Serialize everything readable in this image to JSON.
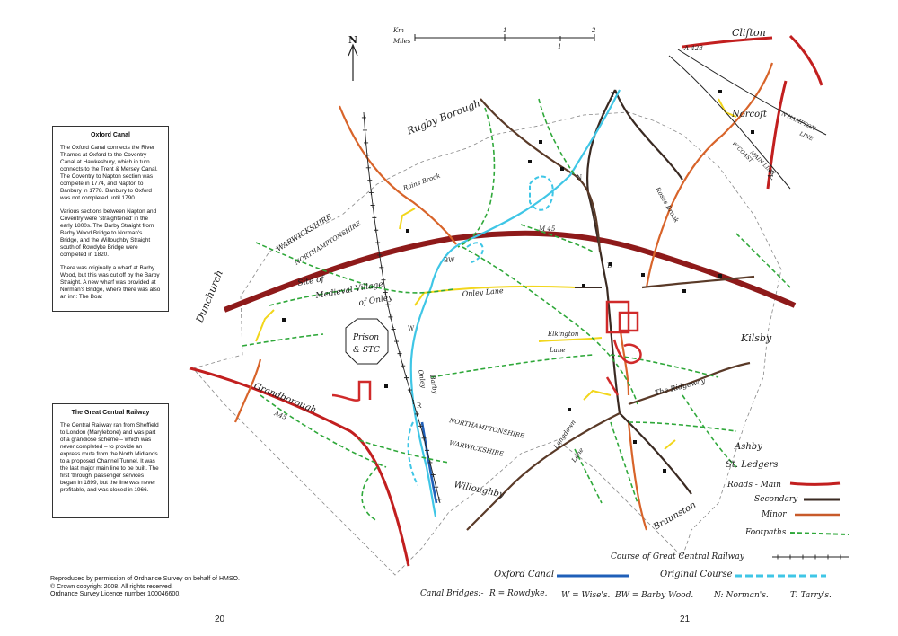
{
  "panels": {
    "oxford": {
      "title": "Oxford Canal",
      "paragraphs": [
        "The Oxford Canal connects the River Thames at Oxford to the Coventry Canal at Hawkesbury, which in turn connects to the Trent & Mersey Canal. The Coventry to Napton section was complete in 1774, and Napton to Banbury in 1778. Banbury to Oxford was not completed until 1790.",
        "Various sections between Napton and Coventry were 'straightened' in the early 1800s. The Barby Straight from Barby Wood Bridge to Norman's Bridge, and the Willoughby Straight south of Rowdyke Bridge were completed in 1820.",
        "There was originally a wharf at Barby Wood, but this was cut off by the Barby Straight. A new wharf was provided at Norman's Bridge, where there was also an inn: The Boat"
      ]
    },
    "railway": {
      "title": "The Great Central Railway",
      "paragraphs": [
        "The Central Railway ran from Sheffield to London (Marylebone) and was part of a grandiose scheme – which was never completed – to provide an express route from the North Midlands to a proposed Channel Tunnel. It was the last major main line to be built. The first 'through' passenger services began in 1899, but the line was never profitable, and was closed in 1966."
      ]
    }
  },
  "credit_lines": [
    "Reproduced by permission of Ordnance Survey on behalf of HMSO.",
    "© Crown copyright 2008. All rights reserved.",
    "Ordnance Survey Licence number 100046600."
  ],
  "page_numbers": {
    "left": "20",
    "right": "21"
  },
  "scale_bar": {
    "km_label": "Km",
    "miles_label": "Miles",
    "km_ticks": [
      "1",
      "2"
    ],
    "mile_ticks": [
      "1"
    ]
  },
  "north_label": "N",
  "place_labels": {
    "clifton": "Clifton",
    "norcoft": "Norcoft",
    "rugby_borough": "Rugby Borough",
    "rains_brook": "Rains Brook",
    "warwickshire_n": "WARWICKSHIRE",
    "northamptonshire_n": "NORTHAMPTONSHIRE",
    "dunchurch": "Dunchurch",
    "medieval_1": "Site of",
    "medieval_2": "Medieval Village",
    "medieval_3": "of Onley",
    "onley_lane": "Onley Lane",
    "m45": "M 45",
    "barby": "B",
    "kilsby": "Kilsby",
    "elkington_1": "Elkington",
    "elkington_2": "Lane",
    "prison_1": "Prison",
    "prison_2": "& STC",
    "grandborough": "Grandborough",
    "a45": "A45",
    "onley_barby_1": "Onley",
    "onley_barby_2": "Barby",
    "ridgeway": "The Ridgeway",
    "northamptonshire_s": "NORTHAMPTONSHIRE",
    "warwickshire_s": "WARWICKSHIRE",
    "longdown_1": "Longdown",
    "longdown_2": "Lane",
    "willoughby": "Willoughby",
    "braunston": "Braunston",
    "ashby_1": "Ashby",
    "ashby_2": "St. Ledgers",
    "a428": "A 428",
    "a5": "A5",
    "wcoast_1": "W'COAST",
    "wcoast_2": "MAIN LINE",
    "nhampton_1": "N'HAMPTON",
    "nhampton_2": "LINE",
    "roses_brook": "Roses Brook"
  },
  "bridge_letters": {
    "t": "T",
    "n": "N",
    "bw": "BW",
    "w": "W",
    "r": "R"
  },
  "legend": {
    "roads_main": "Roads - Main",
    "secondary": "Secondary",
    "minor": "Minor",
    "footpaths": "Footpaths",
    "gcr": "Course of Great Central Railway",
    "oxford_canal": "Oxford Canal",
    "original_course": "Original Course",
    "canal_bridges_label": "Canal Bridges:-",
    "bridge_r": "R = Rowdyke.",
    "bridge_w": "W = Wise's.",
    "bridge_bw": "BW = Barby Wood.",
    "bridge_n": "N: Norman's.",
    "bridge_t": "T: Tarry's."
  },
  "colors": {
    "main_road": "#c21f1f",
    "secondary_road": "#5a3a28",
    "minor_road": "#d8642a",
    "footpath": "#2fa83a",
    "canal": "#1f5fb8",
    "original_canal": "#3fc6e6",
    "lane_yellow": "#f2d61c",
    "village": "#d02a2a"
  }
}
